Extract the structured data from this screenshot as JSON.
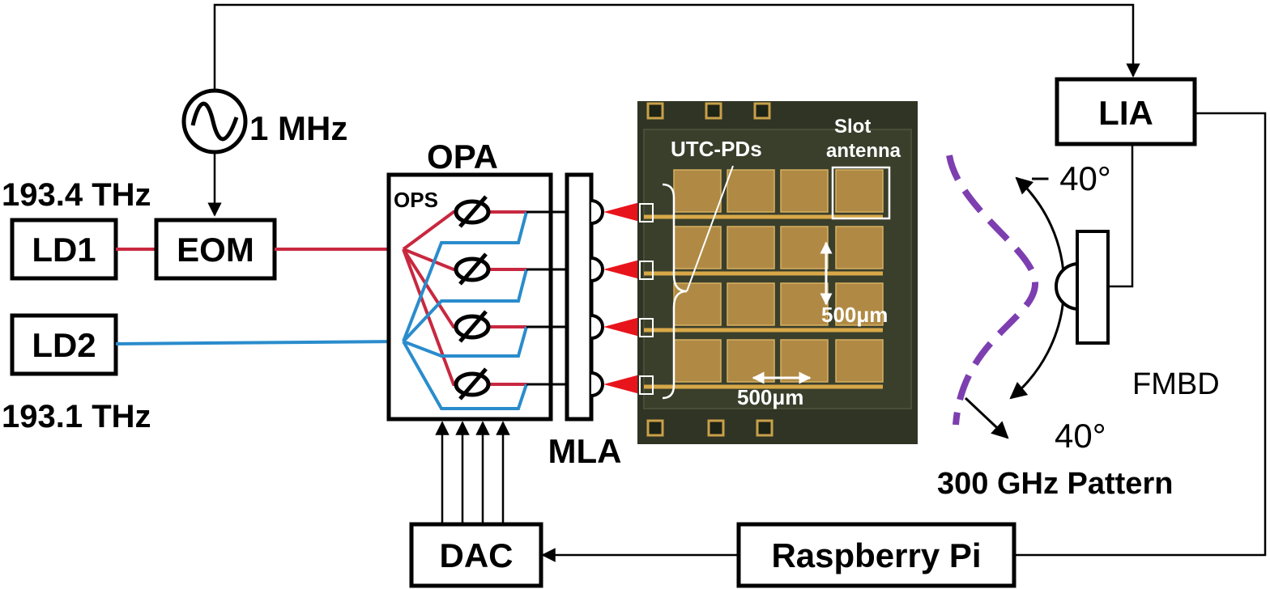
{
  "blocks": {
    "ld1": "LD1",
    "ld2": "LD2",
    "eom": "EOM",
    "opa": "OPA",
    "ops": "OPS",
    "mla": "MLA",
    "dac": "DAC",
    "lia": "LIA",
    "raspberry_pi": "Raspberry Pi"
  },
  "labels": {
    "freq_ld1": "193.4 THz",
    "freq_ld2": "193.1 THz",
    "modulation": "1 MHz",
    "angle_top": "− 40°",
    "angle_bottom": "40°",
    "detector": "FMBD",
    "pattern": "300 GHz Pattern"
  },
  "chip": {
    "utc_pds": "UTC-PDs",
    "slot_antenna_line1": "Slot",
    "slot_antenna_line2": "antenna",
    "scale_vertical": "500μm",
    "scale_horizontal": "500μm"
  },
  "colors": {
    "red_path": "#c8283f",
    "blue_path": "#2a8ccc",
    "pattern": "#7d3fb0",
    "chip_bg": "#2f3424",
    "gold": "#c9a04a"
  }
}
